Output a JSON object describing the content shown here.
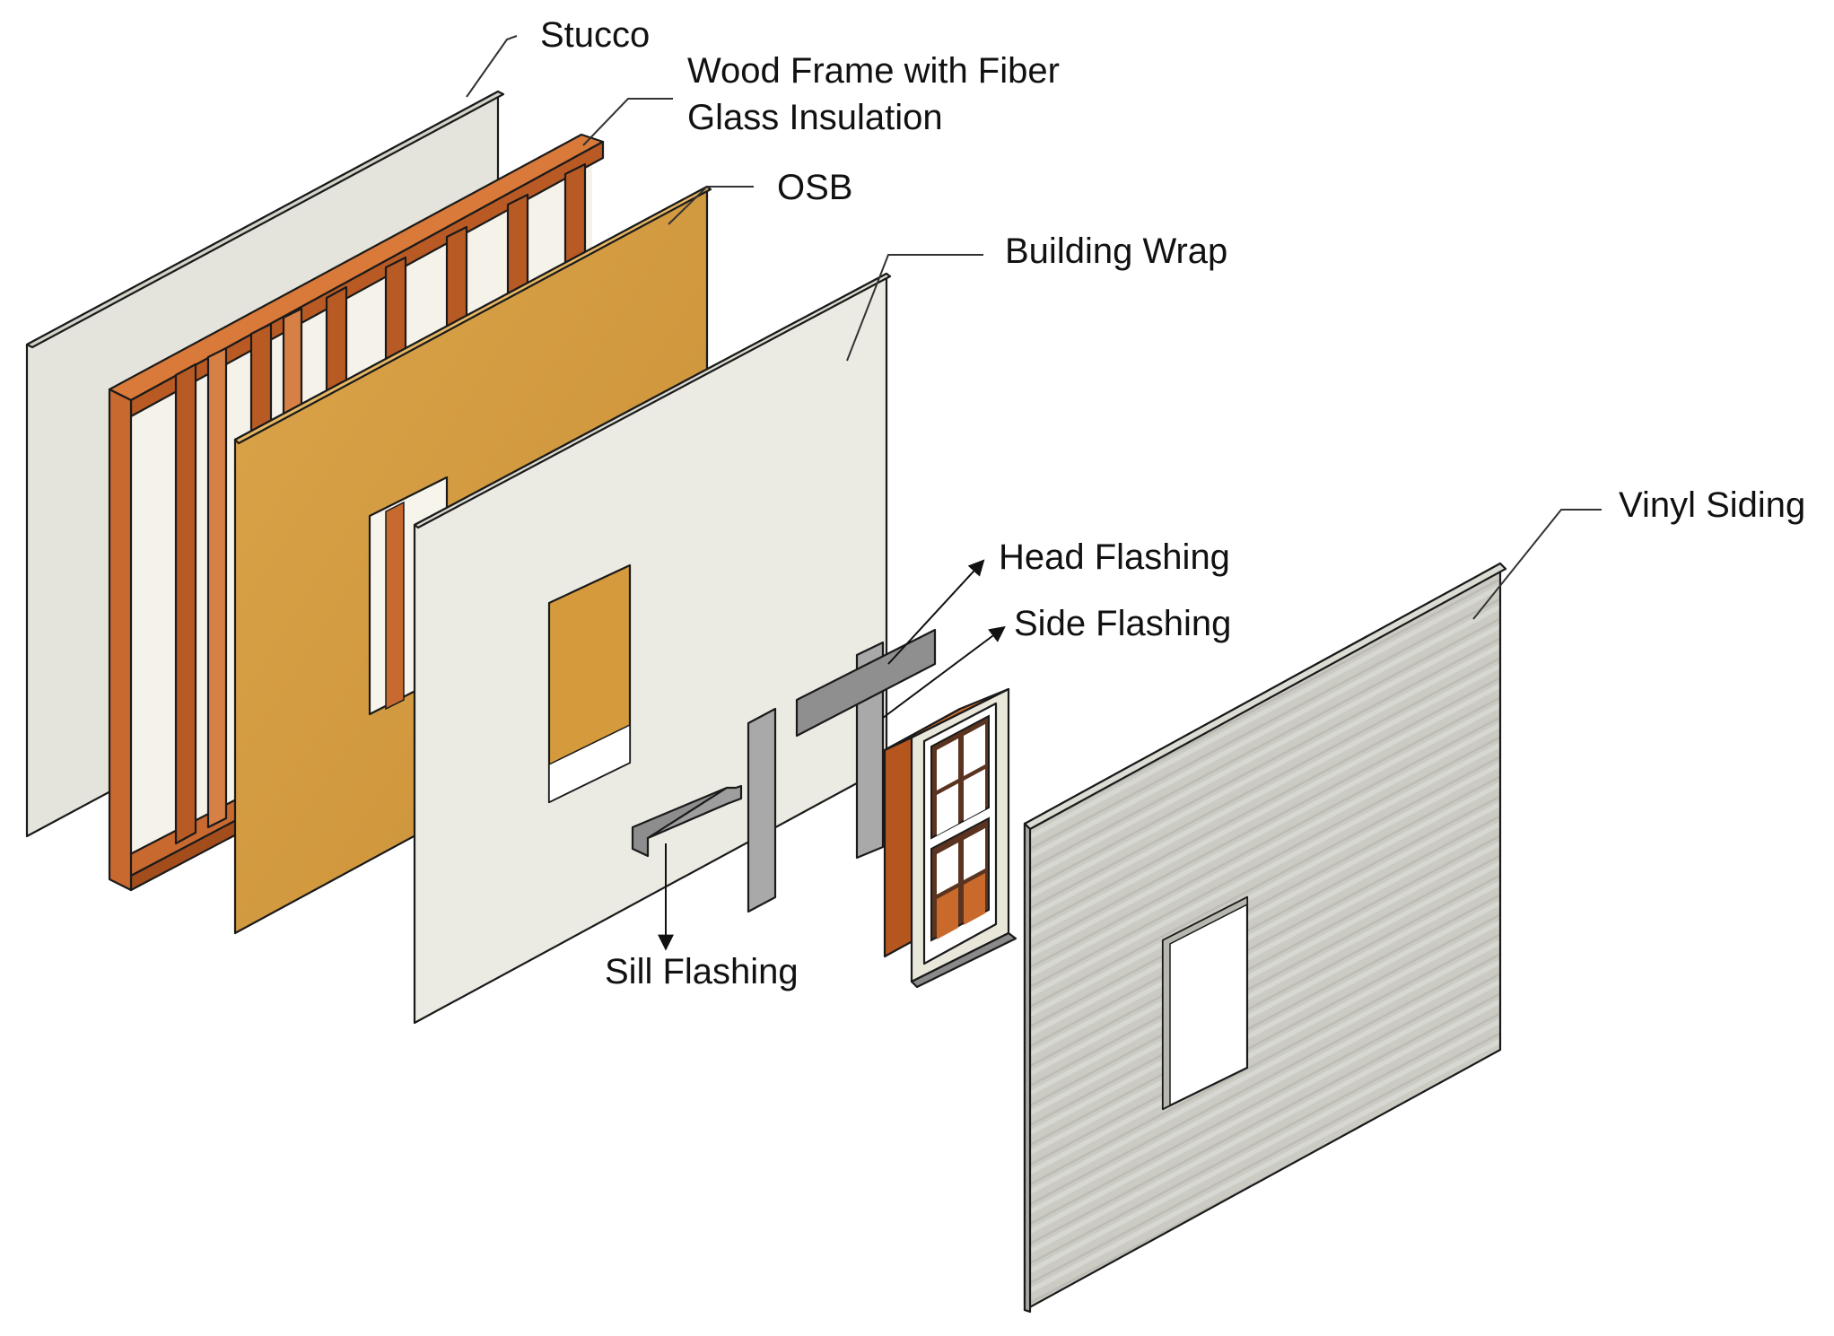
{
  "labels": {
    "stucco": "Stucco",
    "wood_frame_line1": "Wood Frame with Fiber",
    "wood_frame_line2": "Glass Insulation",
    "osb": "OSB",
    "building_wrap": "Building Wrap",
    "vinyl_siding": "Vinyl Siding",
    "head_flashing": "Head Flashing",
    "side_flashing": "Side Flashing",
    "sill_flashing": "Sill Flashing"
  },
  "colors": {
    "stucco": "#e4e4dc",
    "wood_frame": "#c8692f",
    "osb": "#d49a3c",
    "building_wrap": "#ecebe3",
    "flashing": "#8d8d8d",
    "window_frame": "#b5561e",
    "vinyl_siding": "#c9c9c2"
  }
}
